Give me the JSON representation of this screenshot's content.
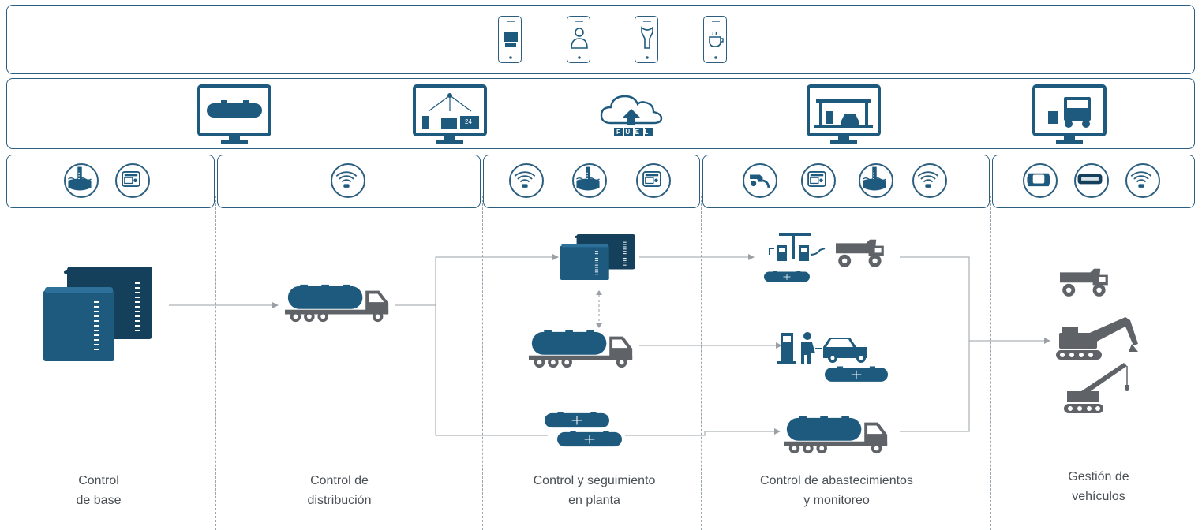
{
  "cloud": {
    "text": "FUEL"
  },
  "columns": [
    {
      "label": "Control\nde base"
    },
    {
      "label": "Control de\ndistribución"
    },
    {
      "label": "Control y seguimiento\nen planta"
    },
    {
      "label": "Control de abastecimientos\ny monitoreo"
    },
    {
      "label": "Gestión de\nvehículos"
    }
  ],
  "monitor_badge": "24",
  "colors": {
    "primary": "#1e5a7e",
    "dark": "#14405c",
    "border": "#2c5f7f",
    "grey": "#5f6368",
    "connector": "#9aa0a6"
  },
  "icons": {
    "mobile_apps": [
      "pump-station-phone-icon",
      "attendant-phone-icon",
      "service-wrench-phone-icon",
      "coffee-phone-icon"
    ],
    "monitors": [
      "tank-monitor-icon",
      "station-network-monitor-icon",
      "gas-station-monitor-icon",
      "fleet-monitor-icon"
    ],
    "sensors": {
      "base": [
        "tank-level-probe-icon",
        "controller-unit-icon"
      ],
      "distribution": [
        "wireless-tag-icon"
      ],
      "plant": [
        "wireless-tag-icon",
        "tank-level-probe-icon",
        "controller-unit-icon"
      ],
      "supply": [
        "nozzle-icon",
        "controller-unit-icon",
        "tank-level-probe-icon",
        "wireless-tag-icon"
      ],
      "vehicles": [
        "vehicle-display-icon",
        "vehicle-terminal-icon",
        "wireless-tag-icon"
      ]
    }
  }
}
